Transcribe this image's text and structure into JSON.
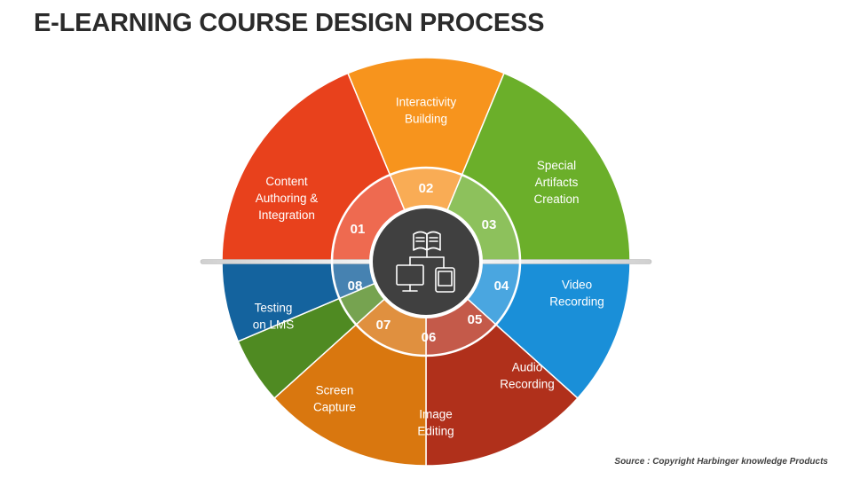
{
  "title": "E-LEARNING COURSE DESIGN PROCESS",
  "source": "Source : Copyright Harbinger knowledge Products",
  "center_icon": "book-devices-network-icon",
  "steps": [
    {
      "number": "01",
      "lines": [
        "Content",
        "Authoring &",
        "Integration"
      ],
      "color": "#E8411C",
      "inner_color": "#EE6A50"
    },
    {
      "number": "02",
      "lines": [
        "Interactivity",
        "Building"
      ],
      "color": "#F7941D",
      "inner_color": "#F9AC55"
    },
    {
      "number": "03",
      "lines": [
        "Special",
        "Artifacts",
        "Creation"
      ],
      "color": "#6BAF2A",
      "inner_color": "#8DC15C"
    },
    {
      "number": "04",
      "lines": [
        "Video",
        "Recording"
      ],
      "color": "#1A8FD8",
      "inner_color": "#4AA6E0"
    },
    {
      "number": "05",
      "lines": [
        "Audio",
        "Recording"
      ],
      "color": "#B0301B",
      "inner_color": "#C45A4A"
    },
    {
      "number": "06",
      "lines": [
        "Image",
        "Editing"
      ],
      "color": "#D9770F",
      "inner_color": "#E0903F"
    },
    {
      "number": "07",
      "lines": [
        "Screen",
        "Capture"
      ],
      "color": "#4F8A22",
      "inner_color": "#76A350"
    },
    {
      "number": "08",
      "lines": [
        "Testing",
        "on LMS"
      ],
      "color": "#14639E",
      "inner_color": "#4682B1"
    }
  ]
}
